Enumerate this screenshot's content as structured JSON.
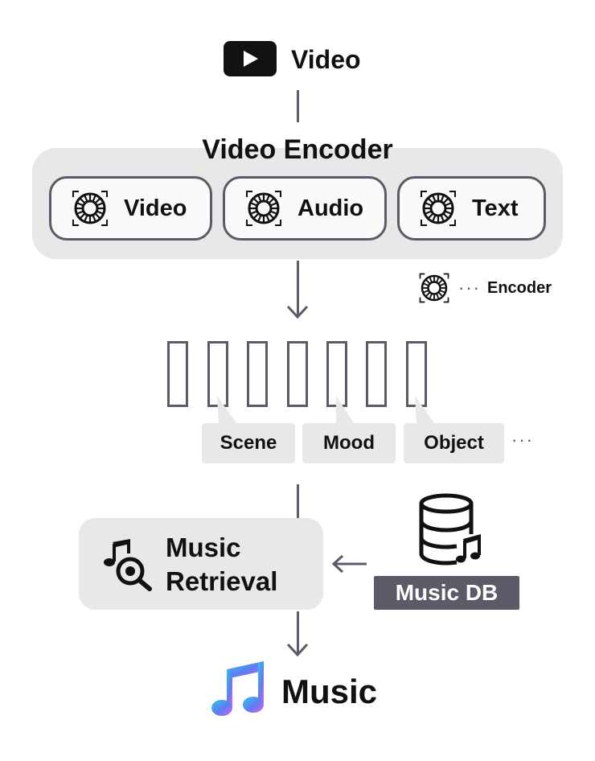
{
  "input": {
    "label": "Video",
    "icon": "play-icon"
  },
  "encoder": {
    "title": "Video Encoder",
    "modalities": [
      {
        "label": "Video",
        "icon": "encoder-gear-icon"
      },
      {
        "label": "Audio",
        "icon": "encoder-gear-icon"
      },
      {
        "label": "Text",
        "icon": "encoder-gear-icon"
      }
    ],
    "legend": {
      "dots": "···",
      "label": "Encoder"
    }
  },
  "tokens": {
    "count": 7,
    "tags": [
      "Scene",
      "Mood",
      "Object"
    ],
    "more": "···"
  },
  "retrieval": {
    "line1": "Music",
    "line2": "Retrieval",
    "icon": "music-search-icon"
  },
  "database": {
    "label": "Music DB",
    "icon": "database-icon"
  },
  "output": {
    "label": "Music",
    "icon": "music-note-icon"
  },
  "colors": {
    "stroke": "#5b5b68",
    "panel": "#e8e8e8",
    "db_label_bg": "#5b5b68"
  }
}
